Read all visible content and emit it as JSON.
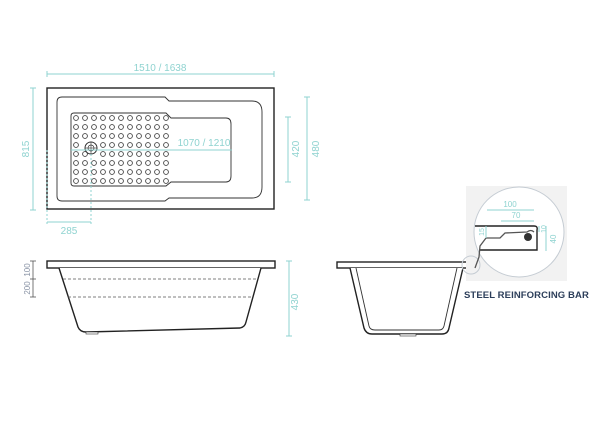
{
  "top_view": {
    "overall_length": "1510 / 1638",
    "overall_width": "815",
    "drain_offset": "285",
    "inner_length": "1070 / 1210",
    "inner_width_bottom": "420",
    "inner_width_top": "480"
  },
  "front_view": {
    "depth_1": "100",
    "depth_2": "200",
    "total_height": "430"
  },
  "detail": {
    "width_outer": "100",
    "width_inner": "70",
    "height_left": "15",
    "height_small": "10",
    "height_right": "40",
    "label": "STEEL REINFORCING BAR"
  },
  "colors": {
    "dimension": "#8fd3d0",
    "outline": "#222222",
    "label": "#2c3e5a"
  }
}
